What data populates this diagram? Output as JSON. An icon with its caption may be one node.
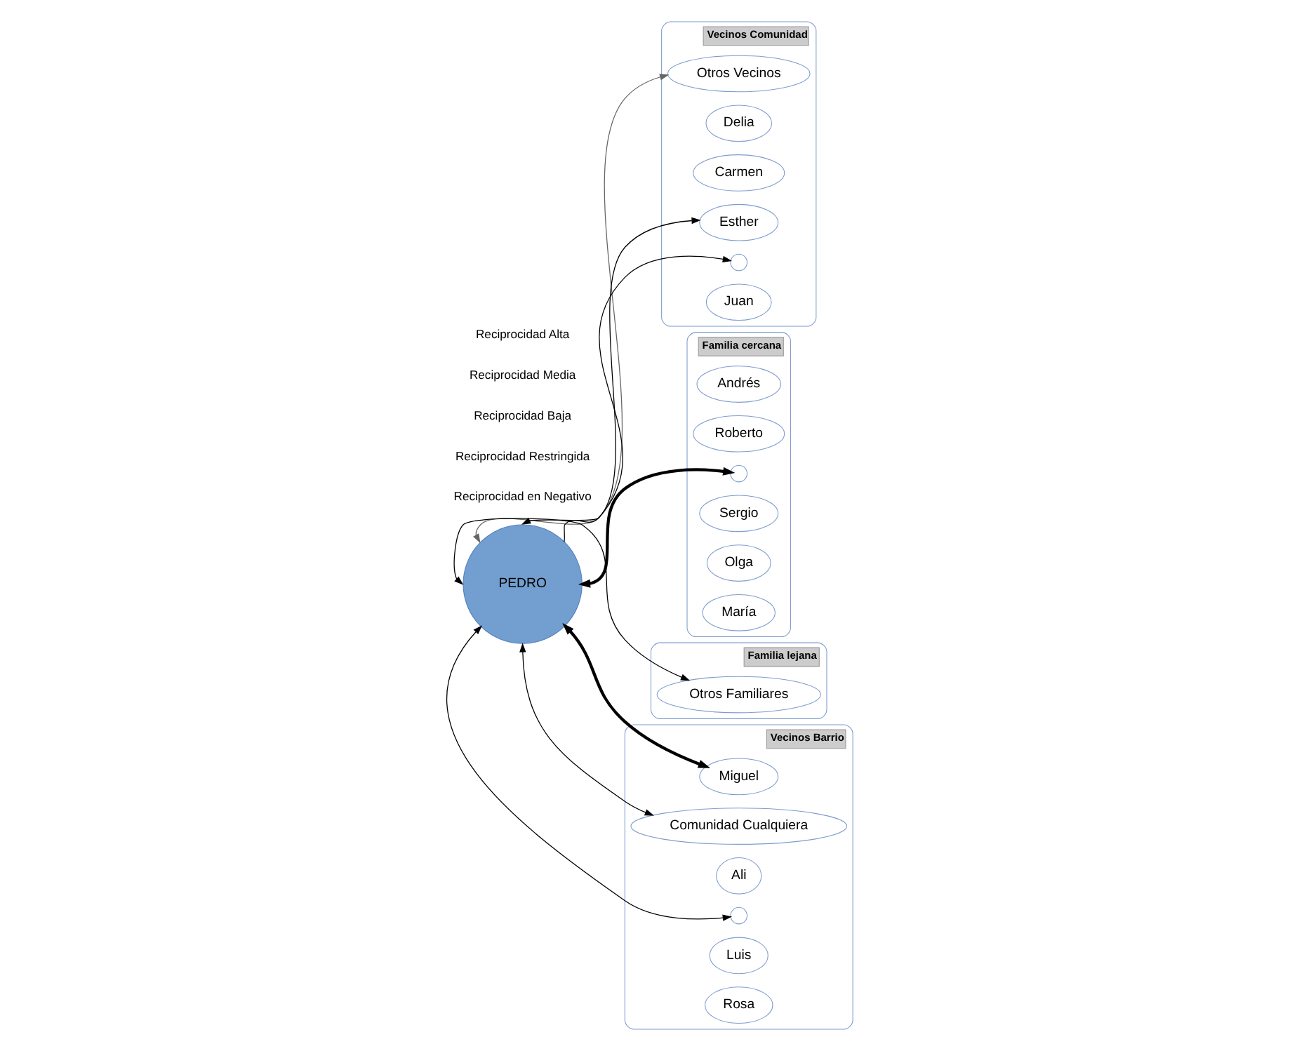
{
  "diagram": {
    "nodes": [
      {
        "text": [
          "Vecinos Comunidad"
        ]
      },
      {
        "text": [
          "Otros Vecinos"
        ],
        "in": 0
      },
      {
        "text": [
          "Delia"
        ],
        "in": 0
      },
      {
        "text": [
          "Carmen"
        ],
        "in": 0
      },
      {
        "text": [
          "Esther"
        ],
        "in": 0
      },
      {
        "text": [],
        "shape": "circle",
        "in": 0
      },
      {
        "text": [
          "Juan"
        ],
        "in": 0
      },
      {
        "text": [
          "Familia cercana"
        ]
      },
      {
        "text": [
          "Andrés"
        ],
        "in": 7
      },
      {
        "text": [
          "Roberto"
        ],
        "in": 7
      },
      {
        "text": [],
        "shape": "circle",
        "in": 7
      },
      {
        "text": [
          "Sergio"
        ],
        "in": 7
      },
      {
        "text": [
          "Olga"
        ],
        "in": 7
      },
      {
        "text": [
          "María"
        ],
        "in": 7
      },
      {
        "text": [
          "PEDRO"
        ]
      },
      {
        "text": [
          "Vecinos Barrio"
        ]
      },
      {
        "text": [
          "Miguel"
        ],
        "in": 15
      },
      {
        "text": [
          "Comunidad Cualquiera"
        ],
        "in": 15
      },
      {
        "text": [
          "Ali"
        ],
        "in": 15
      },
      {
        "text": [],
        "shape": "circle",
        "in": 15
      },
      {
        "text": [
          "Luis"
        ],
        "in": 15
      },
      {
        "text": [
          "Rosa"
        ],
        "in": 15
      },
      {
        "text": [
          "Familia lejana"
        ]
      },
      {
        "text": [
          "Otros Familiares"
        ],
        "in": 22
      }
    ],
    "edges": [
      {
        "from": 14,
        "to": 1,
        "arrow": "both",
        "color": "#666666"
      },
      {
        "from": 14,
        "to": 4,
        "arrow": "both"
      },
      {
        "from": 14,
        "to": 5,
        "arrow": "to"
      },
      {
        "from": 14,
        "to": 10,
        "arrow": "both",
        "style": "thick"
      },
      {
        "from": 14,
        "to": 16,
        "arrow": "both",
        "style": "thick"
      },
      {
        "from": 14,
        "to": 17,
        "arrow": "both"
      },
      {
        "from": 14,
        "to": 19,
        "arrow": "both"
      },
      {
        "from": 14,
        "to": 23,
        "arrow": "both"
      }
    ],
    "legend": [
      {
        "text": "Reciprocidad Alta"
      },
      {
        "text": "Reciprocidad Media"
      },
      {
        "text": "Reciprocidad Baja"
      },
      {
        "text": "Reciprocidad Restringida"
      },
      {
        "text": "Reciprocidad en Negativo"
      }
    ]
  }
}
